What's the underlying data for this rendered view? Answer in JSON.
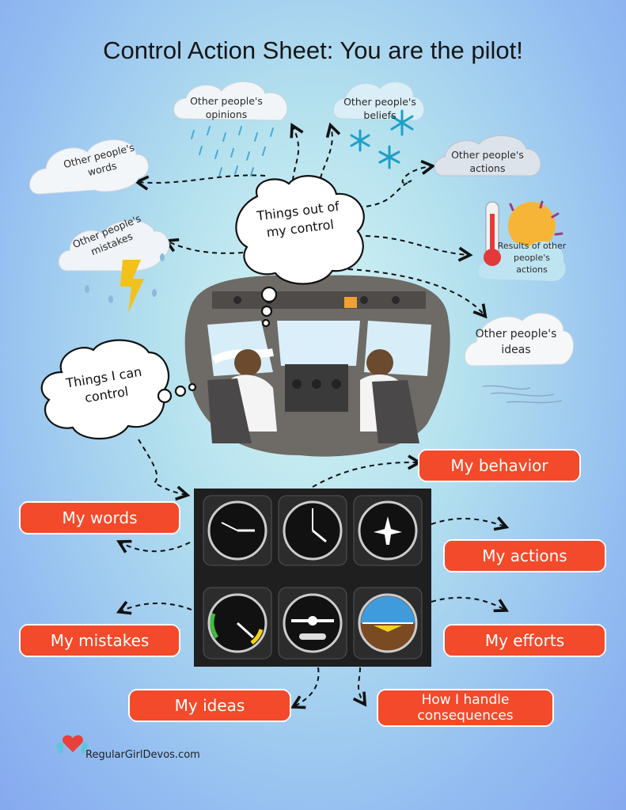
{
  "title": "Control Action Sheet: You are the pilot!",
  "out_of_control": {
    "bubble": "Things out of my control",
    "items": {
      "opinions": "Other people's opinions",
      "beliefs": "Other people's beliefs",
      "words": "Other people's words",
      "actions": "Other people's actions",
      "mistakes": "Other people's mistakes",
      "results": "Results of other people's actions",
      "ideas": "Other people's ideas"
    }
  },
  "in_control": {
    "bubble": "Things I can control",
    "items": {
      "behavior": "My behavior",
      "words": "My words",
      "actions": "My actions",
      "mistakes": "My mistakes",
      "efforts": "My efforts",
      "ideas": "My ideas",
      "consequences": "How I handle consequences"
    }
  },
  "instruments": [
    "altimeter-gauge",
    "clock-gauge",
    "heading-gauge",
    "airspeed-gauge",
    "turn-coordinator-gauge",
    "attitude-gauge"
  ],
  "brand": "RegularGirlDevos.com",
  "colors": {
    "pill": "#f24a2a",
    "panel": "#1f1f1f",
    "rain": "#4aa8d6",
    "heart": "#e8413a"
  }
}
